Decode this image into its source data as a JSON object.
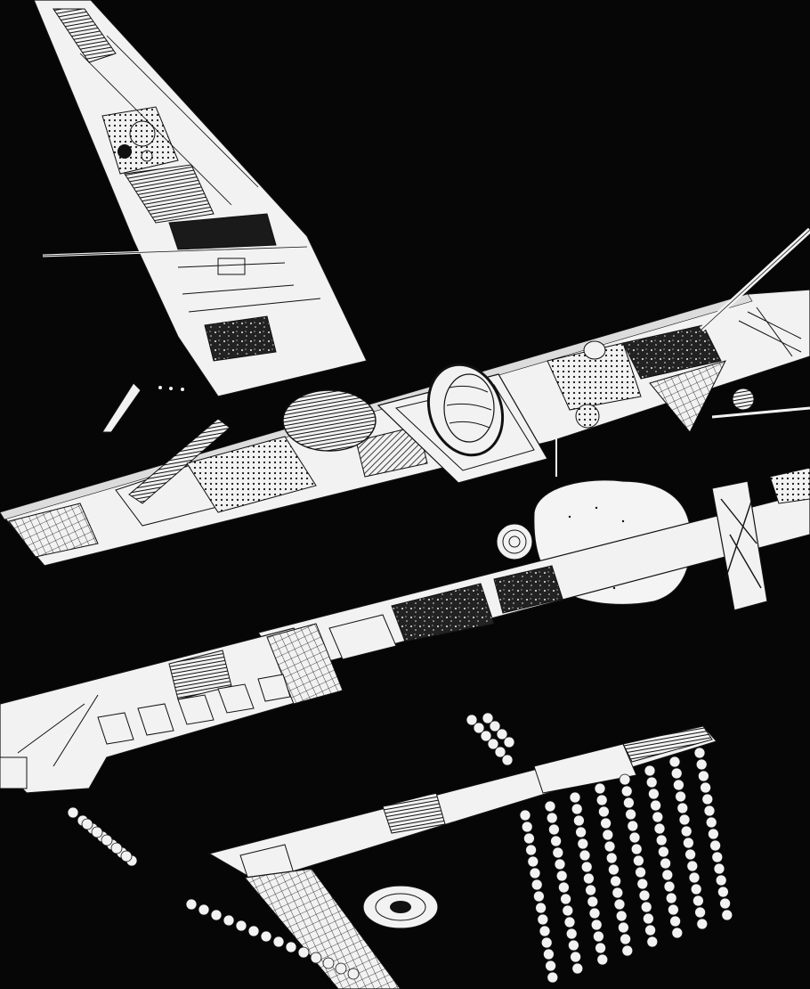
{
  "artwork": {
    "background_color": "#060606",
    "ink_color": "#f2f2f2",
    "line_color": "#111111",
    "strips": [
      {
        "name": "strip-top-diagonal"
      },
      {
        "name": "strip-planets"
      },
      {
        "name": "strip-cloud"
      },
      {
        "name": "strip-stair"
      },
      {
        "name": "strip-bottom"
      },
      {
        "name": "strip-bottom-leg"
      }
    ],
    "tree_rows": 8
  }
}
